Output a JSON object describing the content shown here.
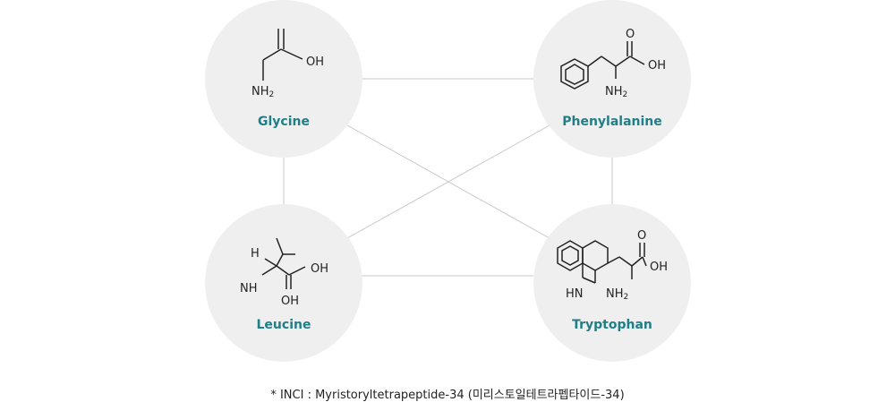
{
  "nodes": {
    "glycine": {
      "name": "Glycine",
      "atoms": {
        "oh": "OH",
        "nh": "NH",
        "nh_sub": "2"
      }
    },
    "phenylalanine": {
      "name": "Phenylalanine",
      "atoms": {
        "o": "O",
        "oh": "OH",
        "nh": "NH",
        "nh_sub": "2"
      }
    },
    "leucine": {
      "name": "Leucine",
      "atoms": {
        "h": "H",
        "nh": "NH",
        "oh_top": "OH",
        "oh_bottom": "OH"
      }
    },
    "tryptophan": {
      "name": "Tryptophan",
      "atoms": {
        "o": "O",
        "oh": "OH",
        "hn": "HN",
        "nh": "NH",
        "nh_sub": "2"
      }
    }
  },
  "colors": {
    "circle_fill": "#efefef",
    "edge_line": "#c8c8c8",
    "label_color": "#1f7f86"
  },
  "footnote": "* INCI : Myristoryltetrapeptide-34  (미리스토일테트라펩타이드-34)"
}
